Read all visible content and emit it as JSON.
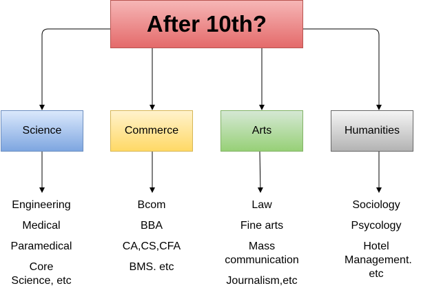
{
  "root": {
    "label": "After 10th?"
  },
  "streams": [
    {
      "label": "Science",
      "options": [
        "Engineering",
        "Medical",
        "Paramedical",
        "Core Science, etc"
      ]
    },
    {
      "label": "Commerce",
      "options": [
        "Bcom",
        "BBA",
        "CA,CS,CFA",
        "BMS. etc"
      ]
    },
    {
      "label": "Arts",
      "options": [
        "Law",
        "Fine arts",
        "Mass communication",
        "Journalism,etc"
      ]
    },
    {
      "label": "Humanities",
      "options": [
        "Sociology",
        "Psycology",
        "Hotel Management. etc"
      ]
    }
  ],
  "colors": {
    "connector": "#000000"
  }
}
